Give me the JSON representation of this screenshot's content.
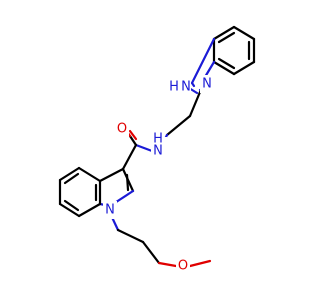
{
  "molecule": {
    "atoms": [
      {
        "id": "benzimidazole-nh",
        "label": "N",
        "sub": "H",
        "element": "N"
      },
      {
        "id": "benzimidazole-n",
        "label": "N",
        "element": "N"
      },
      {
        "id": "amide-o",
        "label": "O",
        "element": "O"
      },
      {
        "id": "amide-n",
        "label": "N",
        "sub": "H",
        "element": "N"
      },
      {
        "id": "indole-n",
        "label": "N",
        "element": "N"
      },
      {
        "id": "ether-o",
        "label": "O",
        "element": "O"
      }
    ]
  },
  "colors": {
    "carbon_bond": "#000000",
    "nitrogen": "#1b1bd6",
    "oxygen": "#e00000",
    "background": "#ffffff"
  }
}
